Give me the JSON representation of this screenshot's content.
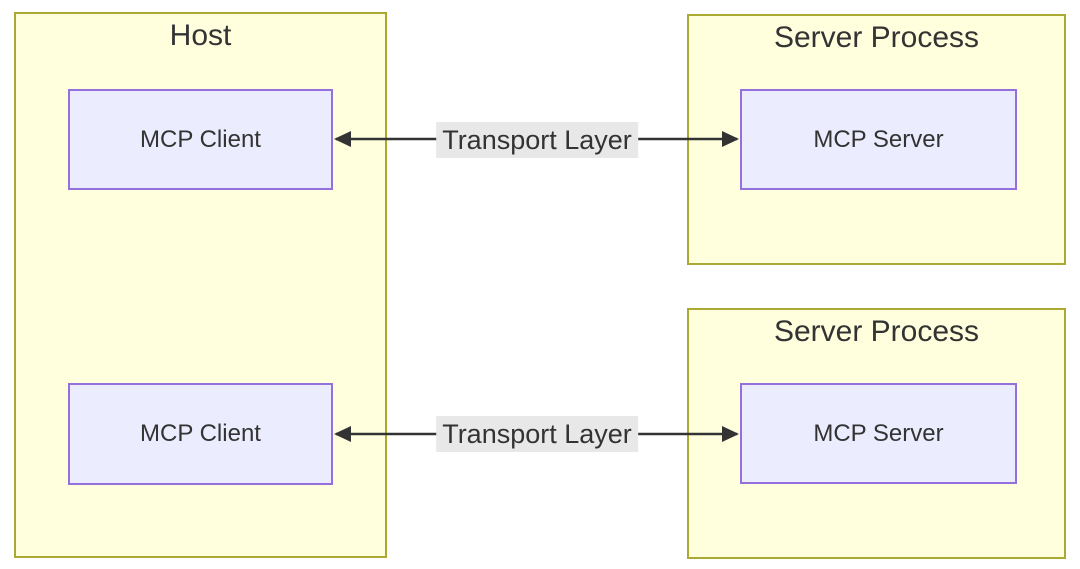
{
  "diagram": {
    "type": "architecture-flowchart",
    "colors": {
      "canvas_bg": "#ffffff",
      "container_fill": "#ffffde",
      "container_border": "#aaaa33",
      "node_fill": "#ececff",
      "node_border": "#9370db",
      "edge_color": "#333333",
      "edge_label_bg": "#e8e8e8",
      "text_color": "#333333"
    },
    "containers": [
      {
        "id": "host",
        "label": "Host"
      },
      {
        "id": "server-process-1",
        "label": "Server Process"
      },
      {
        "id": "server-process-2",
        "label": "Server Process"
      }
    ],
    "nodes": [
      {
        "id": "mcp-client-1",
        "label": "MCP Client",
        "container": "host"
      },
      {
        "id": "mcp-server-1",
        "label": "MCP Server",
        "container": "server-process-1"
      },
      {
        "id": "mcp-client-2",
        "label": "MCP Client",
        "container": "host"
      },
      {
        "id": "mcp-server-2",
        "label": "MCP Server",
        "container": "server-process-2"
      }
    ],
    "edges": [
      {
        "from": "mcp-client-1",
        "to": "mcp-server-1",
        "label": "Transport Layer",
        "direction": "bidirectional"
      },
      {
        "from": "mcp-client-2",
        "to": "mcp-server-2",
        "label": "Transport Layer",
        "direction": "bidirectional"
      }
    ]
  }
}
